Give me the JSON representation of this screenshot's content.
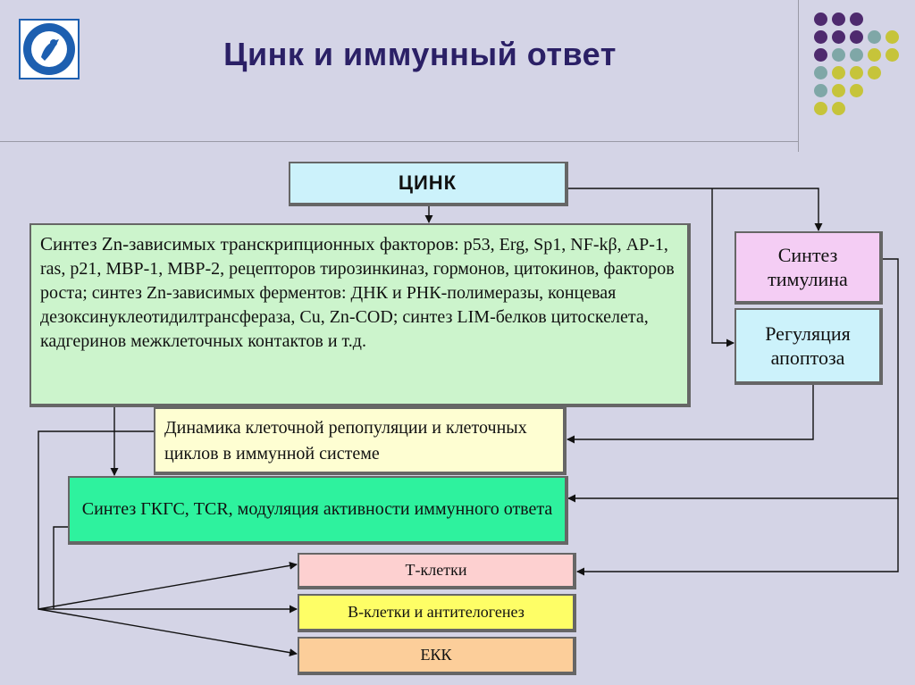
{
  "slide": {
    "title": "Цинк и иммунный ответ",
    "colors": {
      "title": "#2b2066",
      "background": "#d4d4e6",
      "dot_purple": "#4e2a6e",
      "dot_teal": "#7fa7a7",
      "dot_olive": "#c6c43a"
    }
  },
  "logo": {
    "icon": "institution-logo-icon"
  },
  "diagram": {
    "zinc": "ЦИНК",
    "synthesis_lead": "Синтез Zn-зависимых транскрипционных факторов",
    "synthesis_rest": ": p53, Erg, Sp1, NF-kβ, AP-1, ras, p21, MBP-1, MBP-2, рецепторов тирозинкиназ, гормонов, цитокинов, факторов роста; синтез Zn-зависимых ферментов: ДНК и РНК-полимеразы, концевая дезоксинуклеотидилтрансфераза, Cu, Zn-COD; синтез LIM-белков цитоскелета, кадгеринов межклеточных контактов и т.д.",
    "thymulin": "Синтез тимулина",
    "apoptosis": "Регуляция апоптоза",
    "dynamics": "Динамика клеточной репопуляции и клеточных циклов в иммунной системе",
    "gkgs": "Синтез ГКГС, TCR, модуляция активности иммунного ответа",
    "t_cells": "Т-клетки",
    "b_cells": "В-клетки и антителогенез",
    "ekk": "ЕКК"
  }
}
